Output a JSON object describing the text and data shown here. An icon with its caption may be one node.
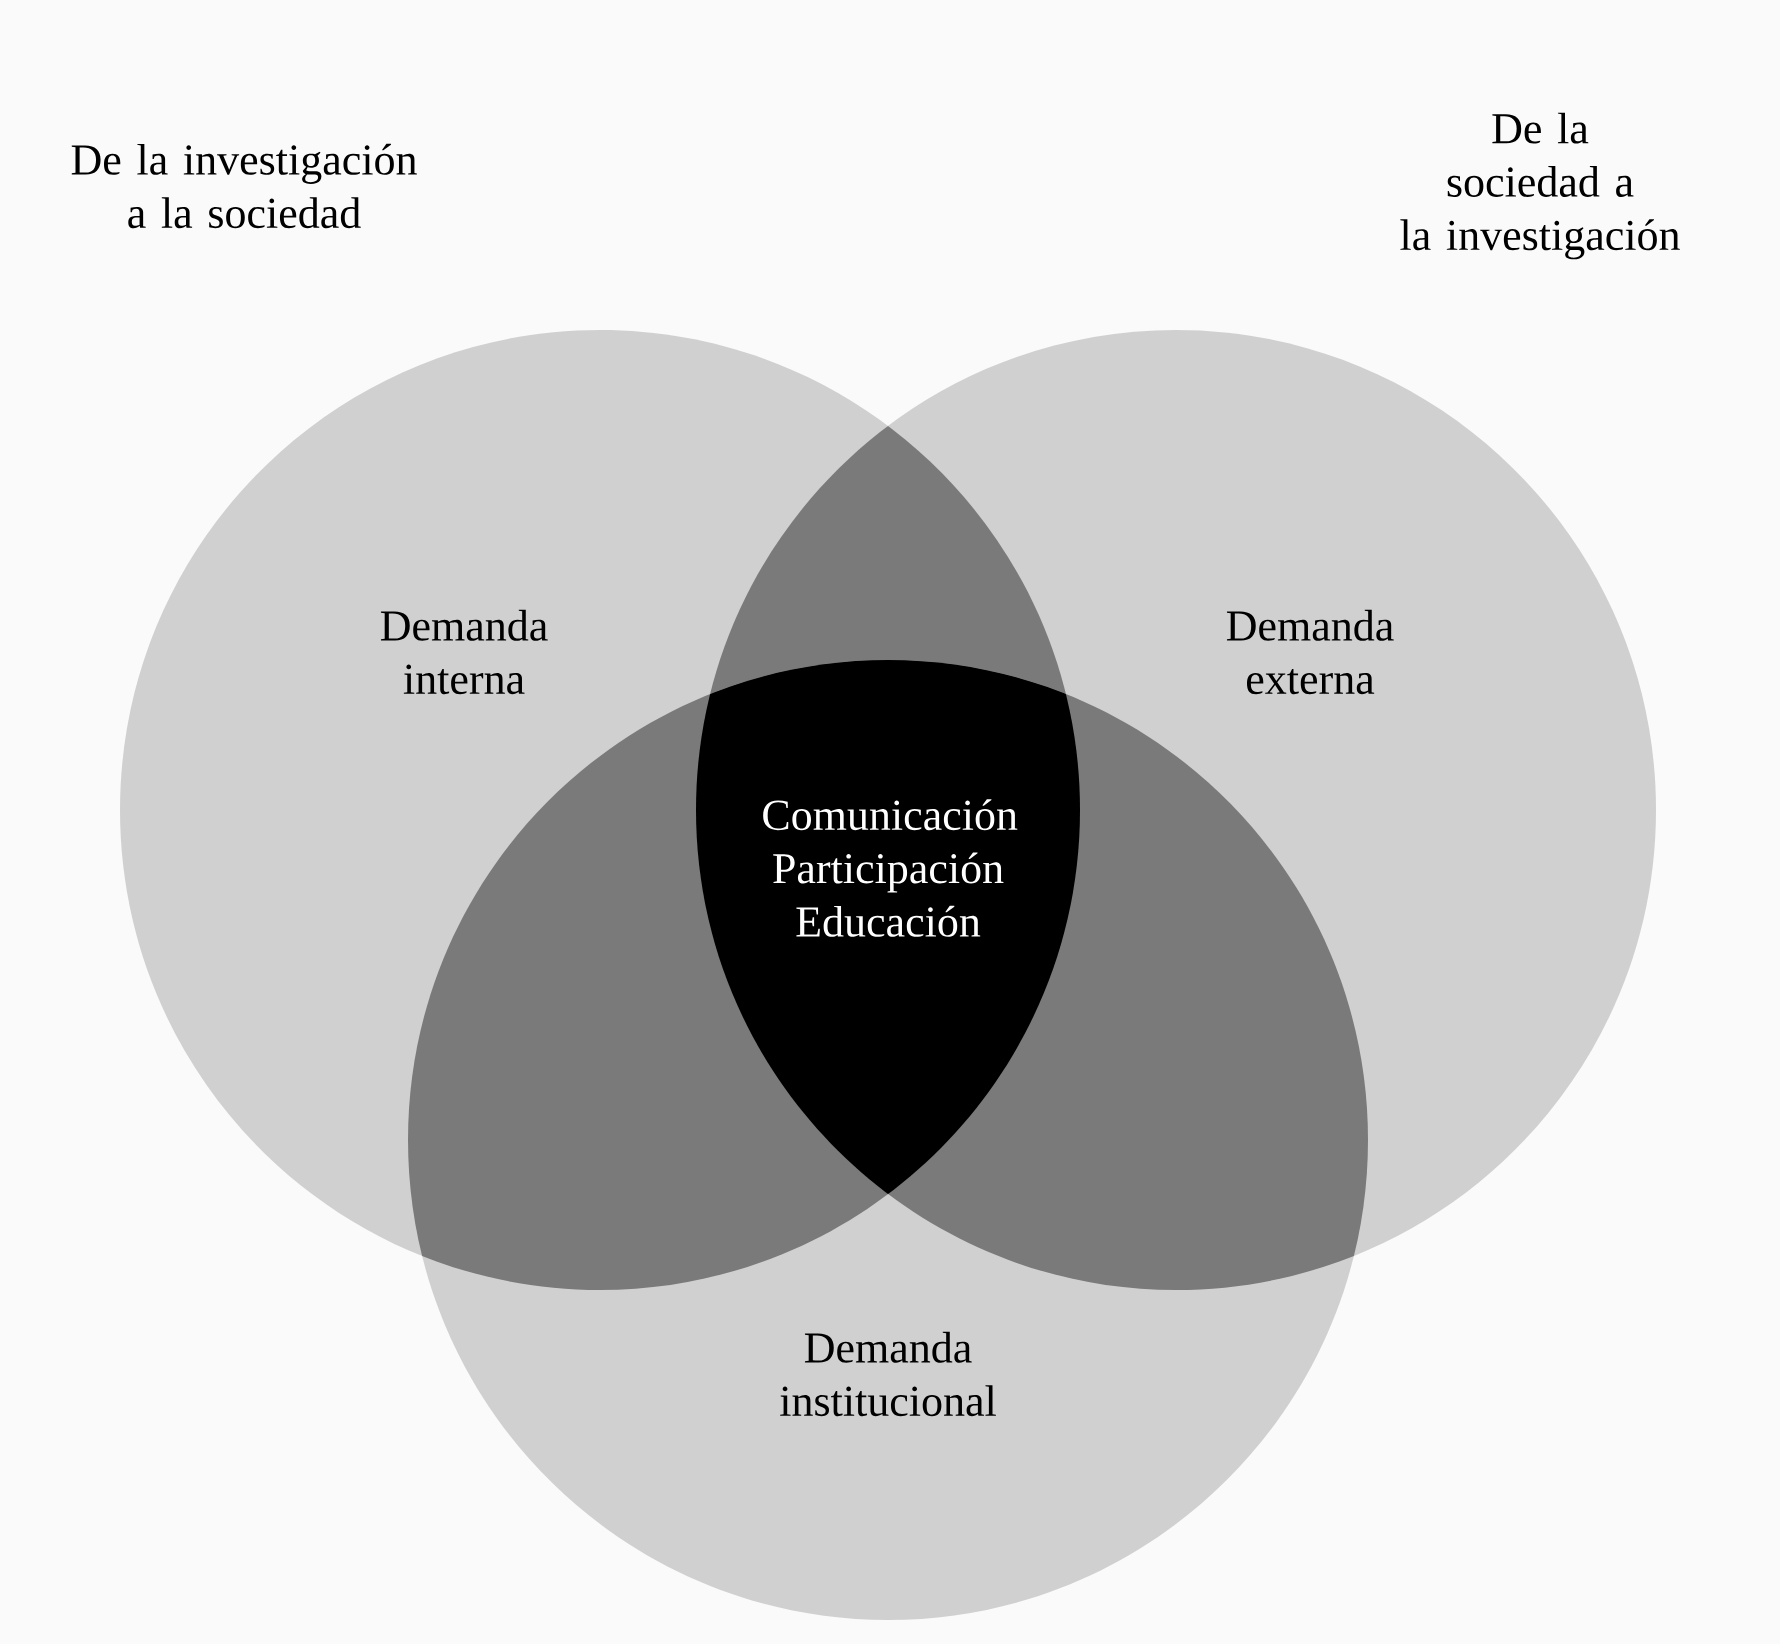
{
  "diagram": {
    "nodes": [
      {
        "text": [
          "Demanda interna"
        ]
      },
      {
        "text": [
          "Demanda externa"
        ]
      },
      {
        "text": [
          "Demanda institucional"
        ]
      },
      {
        "text": [
          "Comunicación Participación Educación"
        ]
      }
    ],
    "labels": [
      "De la investigación a la sociedad",
      "De la sociedad a la investigación"
    ]
  }
}
